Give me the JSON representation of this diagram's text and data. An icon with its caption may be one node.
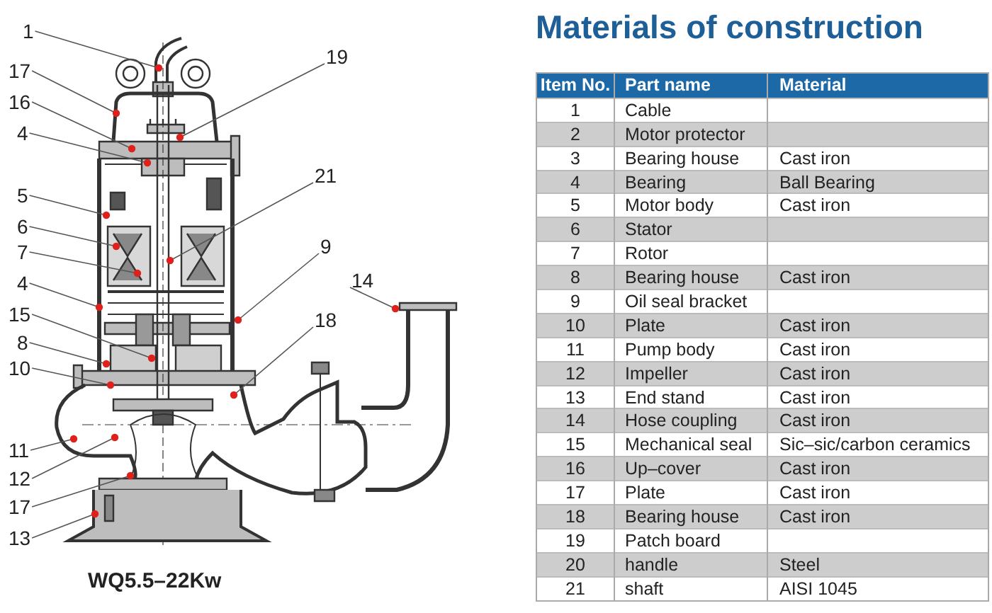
{
  "diagram": {
    "title": "Materials of construction",
    "caption": "WQ5.5–22Kw",
    "nodes": [
      {
        "text": [
          "1"
        ]
      },
      {
        "text": [
          "19"
        ]
      },
      {
        "text": [
          "17"
        ]
      },
      {
        "text": [
          "16"
        ]
      },
      {
        "text": [
          "4"
        ]
      },
      {
        "text": [
          "21"
        ]
      },
      {
        "text": [
          "5"
        ]
      },
      {
        "text": [
          "6"
        ]
      },
      {
        "text": [
          "7"
        ]
      },
      {
        "text": [
          "9"
        ]
      },
      {
        "text": [
          "14"
        ]
      },
      {
        "text": [
          "4"
        ]
      },
      {
        "text": [
          "15"
        ]
      },
      {
        "text": [
          "18"
        ]
      },
      {
        "text": [
          "8"
        ]
      },
      {
        "text": [
          "10"
        ]
      },
      {
        "text": [
          "11"
        ]
      },
      {
        "text": [
          "12"
        ]
      },
      {
        "text": [
          "17"
        ]
      },
      {
        "text": [
          "13"
        ]
      }
    ],
    "edges": [
      {
        "from": 0,
        "to": null,
        "arrow": "other"
      },
      {
        "from": 1,
        "to": null,
        "arrow": "other"
      },
      {
        "from": 2,
        "to": null,
        "arrow": "other"
      },
      {
        "from": 3,
        "to": null,
        "arrow": "other"
      },
      {
        "from": 4,
        "to": null,
        "arrow": "other"
      },
      {
        "from": 5,
        "to": null,
        "arrow": "other"
      },
      {
        "from": 6,
        "to": null,
        "arrow": "other"
      },
      {
        "from": 7,
        "to": null,
        "arrow": "other"
      },
      {
        "from": 8,
        "to": null,
        "arrow": "other"
      },
      {
        "from": 9,
        "to": null,
        "arrow": "other"
      },
      {
        "from": 10,
        "to": null,
        "arrow": "other"
      },
      {
        "from": 11,
        "to": null,
        "arrow": "other"
      },
      {
        "from": 12,
        "to": null,
        "arrow": "other"
      },
      {
        "from": 13,
        "to": null,
        "arrow": "other"
      },
      {
        "from": 14,
        "to": null,
        "arrow": "other"
      },
      {
        "from": 15,
        "to": null,
        "arrow": "other"
      },
      {
        "from": 16,
        "to": null,
        "arrow": "other"
      },
      {
        "from": 17,
        "to": null,
        "arrow": "other"
      },
      {
        "from": 18,
        "to": null,
        "arrow": "other"
      },
      {
        "from": 19,
        "to": null,
        "arrow": "other"
      }
    ],
    "labels": [
      "Item No.",
      "Part name",
      "Material",
      "1",
      "Cable",
      "2",
      "Motor protector",
      "3",
      "Bearing house",
      "Cast iron",
      "4",
      "Bearing",
      "Ball Bearing",
      "5",
      "Motor body",
      "Cast iron",
      "6",
      "Stator",
      "7",
      "Rotor",
      "8",
      "Bearing house",
      "Cast iron",
      "9",
      "Oil seal bracket",
      "10",
      "Plate",
      "Cast iron",
      "11",
      "Pump body",
      "Cast iron",
      "12",
      "Impeller",
      "Cast iron",
      "13",
      "End stand",
      "Cast iron",
      "14",
      "Hose coupling",
      "Cast iron",
      "15",
      "Mechanical seal",
      "Sic–sic/carbon ceramics",
      "16",
      "Up–cover",
      "Cast iron",
      "17",
      "Plate",
      "Cast iron",
      "18",
      "Bearing house",
      "Cast iron",
      "19",
      "Patch board",
      "20",
      "handle",
      "Steel",
      "21",
      "shaft",
      "AISI 1045"
    ]
  }
}
